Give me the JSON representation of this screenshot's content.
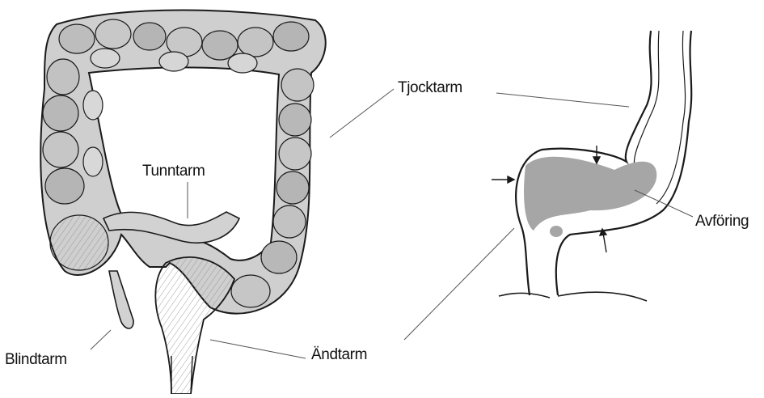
{
  "labels": {
    "tjocktarm": "Tjocktarm",
    "tunntarm": "Tunntarm",
    "blindtarm": "Blindtarm",
    "andtarm": "Ändtarm",
    "avforing": "Avföring"
  },
  "colors": {
    "outline": "#1a1a1a",
    "fill_light": "#d9d9d9",
    "fill_mid": "#b8b8b8",
    "fill_dark": "#9a9a9a",
    "feces": "#a6a6a6"
  }
}
